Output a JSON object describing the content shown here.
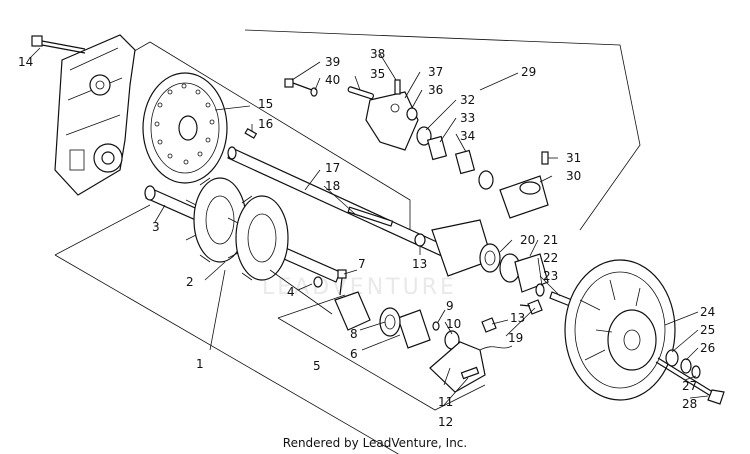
{
  "diagram": {
    "watermark": "LEADVENTURE",
    "credit": "Rendered by LeadVenture, Inc.",
    "callouts": {
      "c1": "1",
      "c2": "2",
      "c3": "3",
      "c4": "4",
      "c5": "5",
      "c6": "6",
      "c7": "7",
      "c8": "8",
      "c9": "9",
      "c10": "10",
      "c11": "11",
      "c12": "12",
      "c13a": "13",
      "c13b": "13",
      "c14": "14",
      "c15": "15",
      "c16": "16",
      "c17": "17",
      "c18": "18",
      "c19": "19",
      "c20": "20",
      "c21": "21",
      "c22": "22",
      "c23": "23",
      "c24": "24",
      "c25": "25",
      "c26": "26",
      "c27": "27",
      "c28": "28",
      "c29": "29",
      "c30": "30",
      "c31": "31",
      "c32": "32",
      "c33": "33",
      "c34": "34",
      "c35": "35",
      "c36": "36",
      "c37": "37",
      "c38": "38",
      "c39": "39",
      "c40": "40"
    }
  }
}
